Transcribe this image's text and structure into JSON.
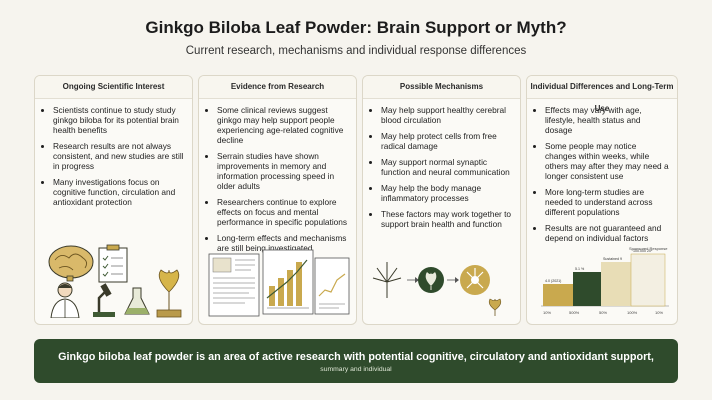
{
  "title": "Ginkgo Biloba Leaf Powder: Brain Support or Myth?",
  "subtitle": "Current research, mechanisms and individual response differences",
  "cards": [
    {
      "heading": "Ongoing Scientific Interest",
      "items": [
        "Scientists continue to study study ginkgo biloba for its potential brain health benefits",
        "Research results are not always consistent, and new studies are still in progress",
        "Many investigations focus on cognitive function, circulation and antioxidant protection"
      ]
    },
    {
      "heading": "Evidence from Research",
      "items": [
        "Some clinical reviews suggest ginkgo may help support people experiencing age-related cognitive decline",
        "Serrain studies have shown improvements in memory and information processing speed in older adults",
        "Researchers continue to explore effects on focus and mental performance in specific populations",
        "Long-term effects and mechanisms are still being investigated"
      ]
    },
    {
      "heading": "Possible Mechanisms",
      "items": [
        "May help support healthy cerebral blood circulation",
        "May help protect cells from free radical damage",
        "May support normal synaptic function and neural communication",
        "May help the body manage inflammatory processes",
        "These factors may work together to support brain health and function"
      ]
    },
    {
      "heading": "Individual Differences and Long-Term Use",
      "items": [
        "Effects may vary with age, lifestyle, health status and dosage",
        "Some people may notice changes within weeks, while others may after they may need a longer consistent use",
        "More long-term studies are needed to understand across different populations",
        "Results are not guaranteed and depend on individual factors"
      ]
    }
  ],
  "chart": {
    "title": "Sponsored Response",
    "bar_labels": [
      "4.0 (2021)",
      "5.1 %",
      "Sustained 9",
      "100.000 20*"
    ],
    "x_ticks": [
      "10%",
      "500%",
      "50%",
      "100%",
      "10%"
    ]
  },
  "banner": {
    "main": "Ginkgo biloba leaf powder is an area of active research with potential cognitive, circulatory and antioxidant support,",
    "sub": "summary and individual"
  },
  "colors": {
    "banner": "#2f4b2c",
    "accent_gold": "#c9a94e",
    "leaf_green": "#3f5a34"
  }
}
